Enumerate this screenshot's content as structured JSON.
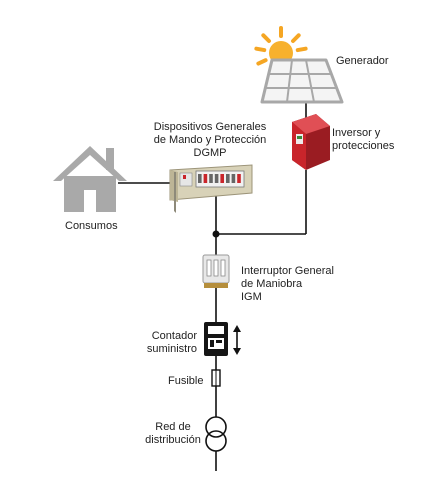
{
  "labels": {
    "generator": "Generador",
    "inverter": [
      "Inversor y",
      "protecciones"
    ],
    "dgmp": [
      "Dispositivos Generales",
      "de Mando y Protección",
      "DGMP"
    ],
    "consumption": "Consumos",
    "igm": [
      "Interruptor General",
      "de Maniobra",
      "IGM"
    ],
    "meter": [
      "Contador",
      "suministro"
    ],
    "fuse": "Fusible",
    "grid": [
      "Red de",
      "distribución"
    ]
  },
  "icons": {
    "sun": "sun-icon",
    "solar_panel": "solar-panel-icon",
    "inverter": "inverter-icon",
    "panel": "distribution-panel-icon",
    "house": "house-icon",
    "igm": "switch-icon",
    "meter": "meter-icon",
    "fuse": "fuse-icon",
    "transformer": "transformer-icon"
  },
  "colors": {
    "sun": "#f5a623",
    "panel_frame": "#a8a8a8",
    "inverter": "#c9252b",
    "house": "#a9a9a9",
    "wire": "#111111"
  }
}
